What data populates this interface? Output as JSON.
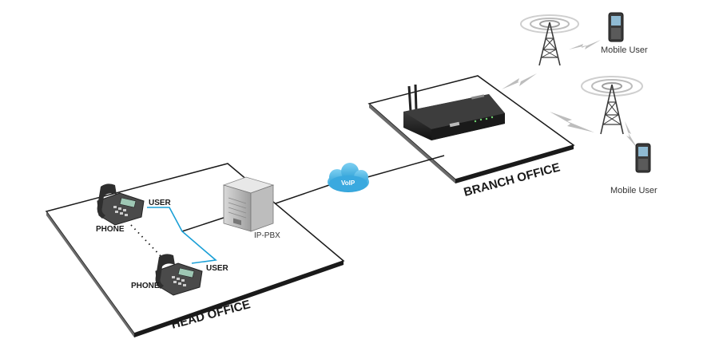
{
  "labels": {
    "head_office": "HEAD OFFICE",
    "branch_office": "BRANCH OFFICE",
    "phone_top": "PHONE",
    "phone_bottom": "PHONE",
    "user_top": "USER",
    "user_bottom": "USER",
    "ip_pbx": "IP-PBX",
    "voip": "VoIP",
    "mobile_user_top": "Mobile User",
    "mobile_user_bottom": "Mobile User"
  },
  "icons": {
    "phone": "desk-phone-icon",
    "server": "ip-pbx-server-icon",
    "cloud": "voip-cloud-icon",
    "router": "wireless-router-icon",
    "tower": "cell-tower-icon",
    "mobile": "mobile-phone-icon"
  },
  "colors": {
    "user_link": "#1a9fd6",
    "voip_cloud": "#43b6e8",
    "platform_edge": "#1a1a1a",
    "signal": "#bdbdbd"
  }
}
